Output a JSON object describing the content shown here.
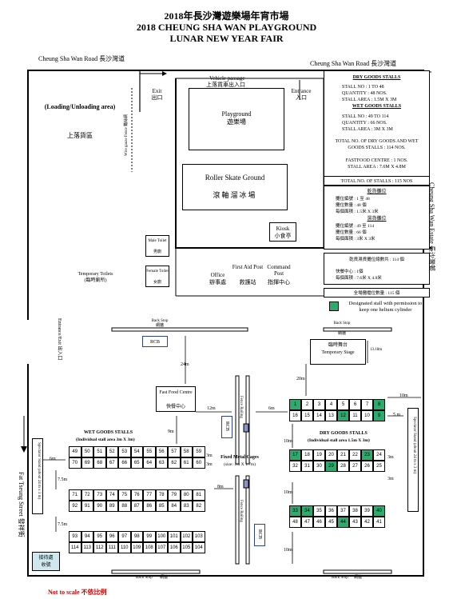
{
  "title": {
    "line1": "2018年長沙灣遊樂場年宵市場",
    "line2": "2018 CHEUNG SHA WAN PLAYGROUND",
    "line3": "LUNAR NEW YEAR FAIR"
  },
  "roads": {
    "top_left": "Cheung Sha Wan Road 長沙灣道",
    "top_right": "Cheung Sha Wan Road 長沙灣道",
    "right": "Cheung Sha Wan Estate 長沙灣邨",
    "left": "Fat Tseung Street 發祥街"
  },
  "areas": {
    "loading": "(Loading/Unloading area)",
    "loading_zh": "上落貨區",
    "exit": "Exit",
    "exit_zh": "出口",
    "vehicle": "Vehicle passage",
    "vehicle_zh": "上落貨車出入口",
    "entrance": "Entrance",
    "entrance_zh": "入口",
    "wire_fence": "Wire gauze Fence 鐵絲網",
    "playground": "Playground",
    "playground_zh": "遊樂場",
    "roller": "Roller Skate Ground",
    "roller_zh": "滾軸溜冰場",
    "kiosk": "Kiosk",
    "kiosk_zh": "小食亭",
    "male_toilet": "Male Toilet",
    "male_toilet_zh": "男廁",
    "female_toilet": "Female Toilet",
    "female_toilet_zh": "女廁",
    "temp_toilets": "Temporary Toilets",
    "temp_toilets_zh": "(臨時廁所)",
    "office": "Office",
    "office_zh": "辦事處",
    "first_aid": "First Aid Post",
    "first_aid_zh": "救護站",
    "command": "Command Post",
    "command_zh": "指揮中心",
    "entrance_exit": "Entrance/Exit 出入口",
    "back_stop": "Back Stop",
    "back_stop_zh": "網牆",
    "rcb": "RCB",
    "fast_food": "Fast Food Centre",
    "fast_food_zh": "快餐中心",
    "temp_stage": "Temporary Stage",
    "temp_stage_zh": "臨時舞台",
    "fixed_cages": "Fixed Metal Cages",
    "fixed_cages_size": "(size: 1m X 1.7m)",
    "fence_railing": "Fence Railing",
    "spectator_l": "Spectator Stand (about 24 m x 3 m)",
    "spectator_r": "Spectator Stand (about 24 m x 3 m)",
    "wet_title": "WET GOODS STALLS",
    "wet_sub": "(Individual stall area 3m X 3m)",
    "dry_title": "DRY GOODS STALLS",
    "dry_sub": "(Individual stall area 1.5m X 3m)",
    "reception": "接待處",
    "reception_en": "收號",
    "not_to_scale": "Not to scale 不依比例"
  },
  "info": {
    "dry_header": "DRY GOODS STALLS",
    "dry_stall_no": "STALL NO    : 1 TO 48",
    "dry_quantity": "QUANTITY    : 48 NOS.",
    "dry_area": "STALL AREA : 1.5M X 3M",
    "wet_header": "WET GOODS STALLS",
    "wet_stall_no": "STALL NO    : 49 TO 114",
    "wet_quantity": "QUANTITY    : 66 NOS.",
    "wet_area": "STALL AREA  : 3M X 3M",
    "total_dry_wet": "TOTAL NO. OF DRY GOODS AND WET GOODS STALLS : 114 NOS.",
    "fastfood": "FASTFOOD CENTRE : 1 NOS.",
    "fastfood_area": "STALL AREA : 7.6M X 4.8M",
    "total_stalls": "TOTAL NO. OF STALLS : 115 NOS",
    "zh_dry": "乾貨攤位",
    "zh_dry1": "攤位編號      : 1 至 48",
    "zh_dry2": "攤位數量      : 48 個",
    "zh_dry3": "每個面積      : 1.5米 X 3米",
    "zh_wet": "濕貨攤位",
    "zh_wet1": "攤位編號      : 49 至 114",
    "zh_wet2": "攤位數量      : 66 個",
    "zh_wet3": "每個面積      : 3米 X 3米",
    "zh_total": "乾貨濕貨攤位總數共 : 114 個",
    "zh_ff1": "快餐中心      : 1個",
    "zh_ff2": "每個面積      : 7.6米 X 4.8米",
    "zh_all": "全場攤檔位數量 : 115 個",
    "legend": "Designated stall with permission to keep one helium cylinder"
  },
  "dims": {
    "d24m": "24m",
    "d12m": "12m",
    "d9m": "9m",
    "d6m": "6m",
    "d8m": "8m",
    "d20m": "20m",
    "d13": "13.18m",
    "d10m": "10m",
    "d5m": "5 m",
    "d3m": "3m",
    "d75": "7.5m"
  },
  "wet_rows": [
    [
      "49",
      "50",
      "51",
      "52",
      "53",
      "54",
      "55",
      "56",
      "57",
      "58",
      "59"
    ],
    [
      "70",
      "69",
      "68",
      "67",
      "66",
      "65",
      "64",
      "63",
      "62",
      "61",
      "60"
    ],
    [
      "71",
      "72",
      "73",
      "74",
      "75",
      "76",
      "77",
      "78",
      "79",
      "80",
      "81"
    ],
    [
      "92",
      "91",
      "90",
      "89",
      "88",
      "87",
      "86",
      "85",
      "84",
      "83",
      "82"
    ],
    [
      "93",
      "94",
      "95",
      "96",
      "97",
      "98",
      "99",
      "100",
      "101",
      "102",
      "103"
    ],
    [
      "114",
      "113",
      "112",
      "111",
      "110",
      "109",
      "108",
      "107",
      "106",
      "105",
      "104"
    ]
  ],
  "dry_rows": [
    [
      "1",
      "2",
      "3",
      "4",
      "5",
      "6",
      "7",
      "8"
    ],
    [
      "16",
      "15",
      "14",
      "13",
      "12",
      "11",
      "10",
      "9"
    ],
    [
      "17",
      "18",
      "19",
      "20",
      "21",
      "22",
      "23",
      "24"
    ],
    [
      "32",
      "31",
      "30",
      "29",
      "28",
      "27",
      "26",
      "25"
    ],
    [
      "33",
      "34",
      "35",
      "36",
      "37",
      "38",
      "39",
      "40"
    ],
    [
      "48",
      "47",
      "46",
      "45",
      "44",
      "43",
      "42",
      "41"
    ]
  ],
  "green_stalls": [
    "1",
    "8",
    "9",
    "12",
    "17",
    "23",
    "29",
    "33",
    "34",
    "40",
    "44"
  ],
  "colors": {
    "green": "#2eaa6e",
    "note_red": "#d00000",
    "reception_fill": "#cfe8f0",
    "rcb_border": "#2b3fa0"
  }
}
